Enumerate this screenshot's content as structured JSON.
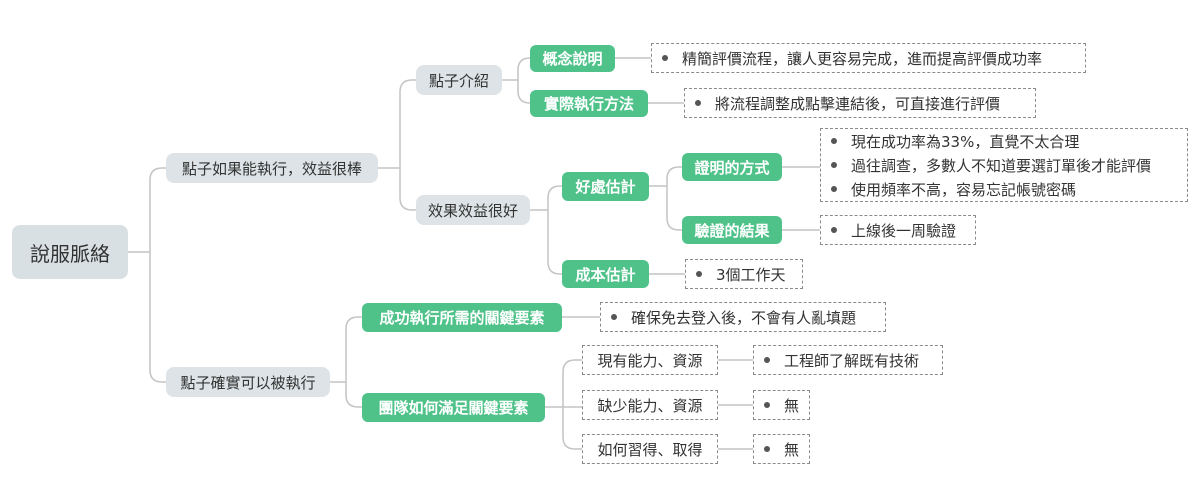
{
  "root": "說服脈絡",
  "branch_feasible": {
    "label": "點子如果能執行，效益很棒",
    "intro": {
      "label": "點子介紹",
      "concept": {
        "label": "概念說明",
        "notes": [
          "精簡評價流程，讓人更容易完成，進而提高評價成功率"
        ]
      },
      "method": {
        "label": "實際執行方法",
        "notes": [
          "將流程調整成點擊連結後，可直接進行評價"
        ]
      }
    },
    "effect": {
      "label": "效果效益很好",
      "benefit": {
        "label": "好處估計",
        "proof": {
          "label": "證明的方式",
          "notes": [
            "現在成功率為33%，直覺不太合理",
            "過往調查，多數人不知道要選訂單後才能評價",
            "使用頻率不高，容易忘記帳號密碼"
          ]
        },
        "result": {
          "label": "驗證的結果",
          "notes": [
            "上線後一周驗證"
          ]
        }
      },
      "cost": {
        "label": "成本估計",
        "notes": [
          "3個工作天"
        ]
      }
    }
  },
  "branch_executable": {
    "label": "點子確實可以被執行",
    "elements": {
      "label": "成功執行所需的關鍵要素",
      "notes": [
        "確保免去登入後，不會有人亂填題"
      ]
    },
    "team": {
      "label": "團隊如何滿足關鍵要素",
      "rows": [
        {
          "label": "現有能力、資源",
          "note": "工程師了解既有技術"
        },
        {
          "label": "缺少能力、資源",
          "note": "無"
        },
        {
          "label": "如何習得、取得",
          "note": "無"
        }
      ]
    }
  }
}
